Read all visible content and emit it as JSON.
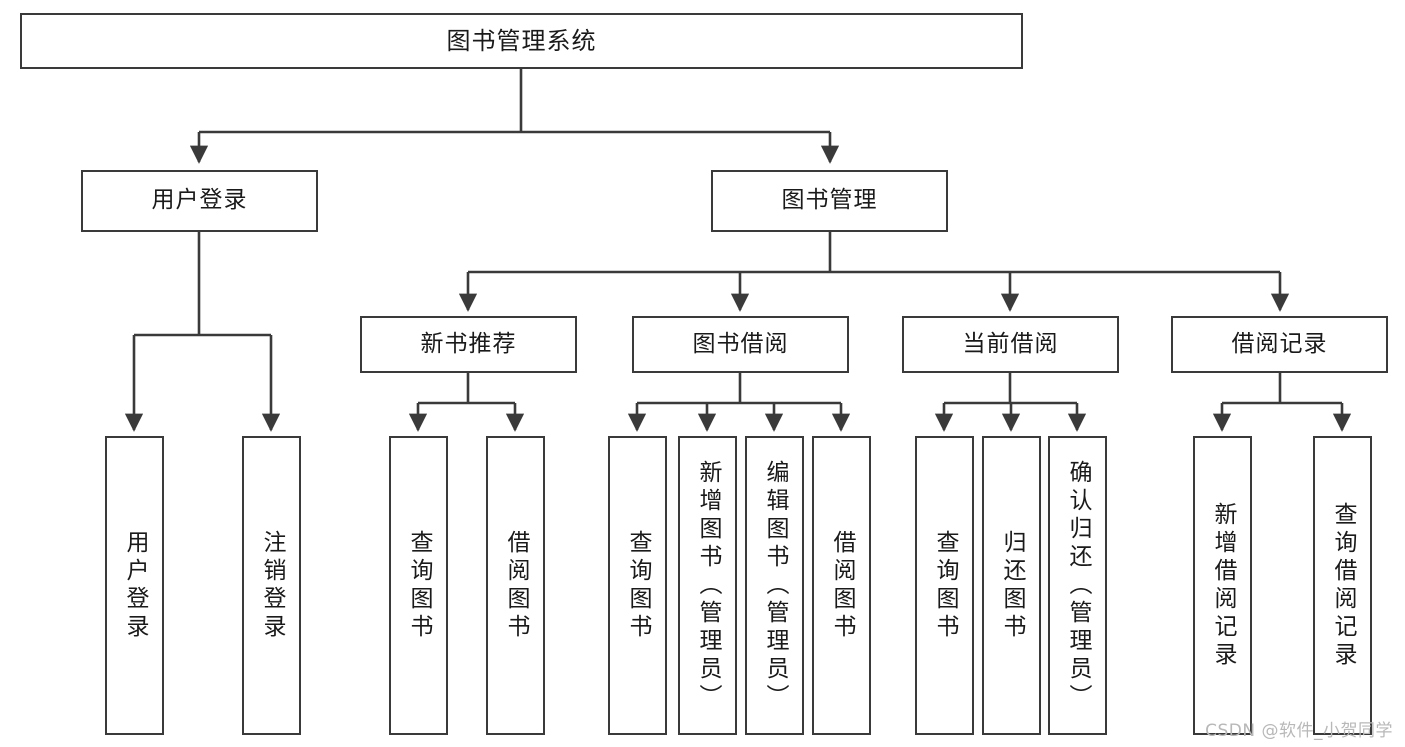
{
  "diagram": {
    "title": "图书管理系统",
    "type": "tree-hierarchy-chart",
    "watermark": "CSDN @软件_小贺同学",
    "colors": {
      "background": "#ffffff",
      "node_border": "#3a3a3a",
      "node_fill": "#ffffff",
      "edge": "#3a3a3a",
      "text": "#1a1a1a",
      "watermark": "#b8b8b8"
    },
    "nodes": {
      "root": {
        "label": "图书管理系统"
      },
      "level2": [
        {
          "id": "user-login",
          "label": "用户登录"
        },
        {
          "id": "book-manage",
          "label": "图书管理"
        }
      ],
      "level3": [
        {
          "id": "new-book-recommend",
          "label": "新书推荐"
        },
        {
          "id": "book-borrow",
          "label": "图书借阅"
        },
        {
          "id": "current-borrow",
          "label": "当前借阅"
        },
        {
          "id": "borrow-record",
          "label": "借阅记录"
        }
      ],
      "leaves": {
        "user_login": [
          {
            "id": "leaf-user-login",
            "label": "用户登录"
          },
          {
            "id": "leaf-logout-login",
            "label": "注销登录"
          }
        ],
        "new_book_recommend": [
          {
            "id": "leaf-query-book-1",
            "label": "查询图书"
          },
          {
            "id": "leaf-borrow-book-1",
            "label": "借阅图书"
          }
        ],
        "book_borrow": [
          {
            "id": "leaf-query-book-2",
            "label": "查询图书"
          },
          {
            "id": "leaf-add-book",
            "label": "新增图书（管理员）"
          },
          {
            "id": "leaf-edit-book",
            "label": "编辑图书（管理员）"
          },
          {
            "id": "leaf-borrow-book-2",
            "label": "借阅图书"
          }
        ],
        "current_borrow": [
          {
            "id": "leaf-query-book-3",
            "label": "查询图书"
          },
          {
            "id": "leaf-return-book",
            "label": "归还图书"
          },
          {
            "id": "leaf-confirm-return",
            "label": "确认归还（管理员）"
          }
        ],
        "borrow_record": [
          {
            "id": "leaf-add-record",
            "label": "新增借阅记录"
          },
          {
            "id": "leaf-query-record",
            "label": "查询借阅记录"
          }
        ]
      }
    }
  }
}
